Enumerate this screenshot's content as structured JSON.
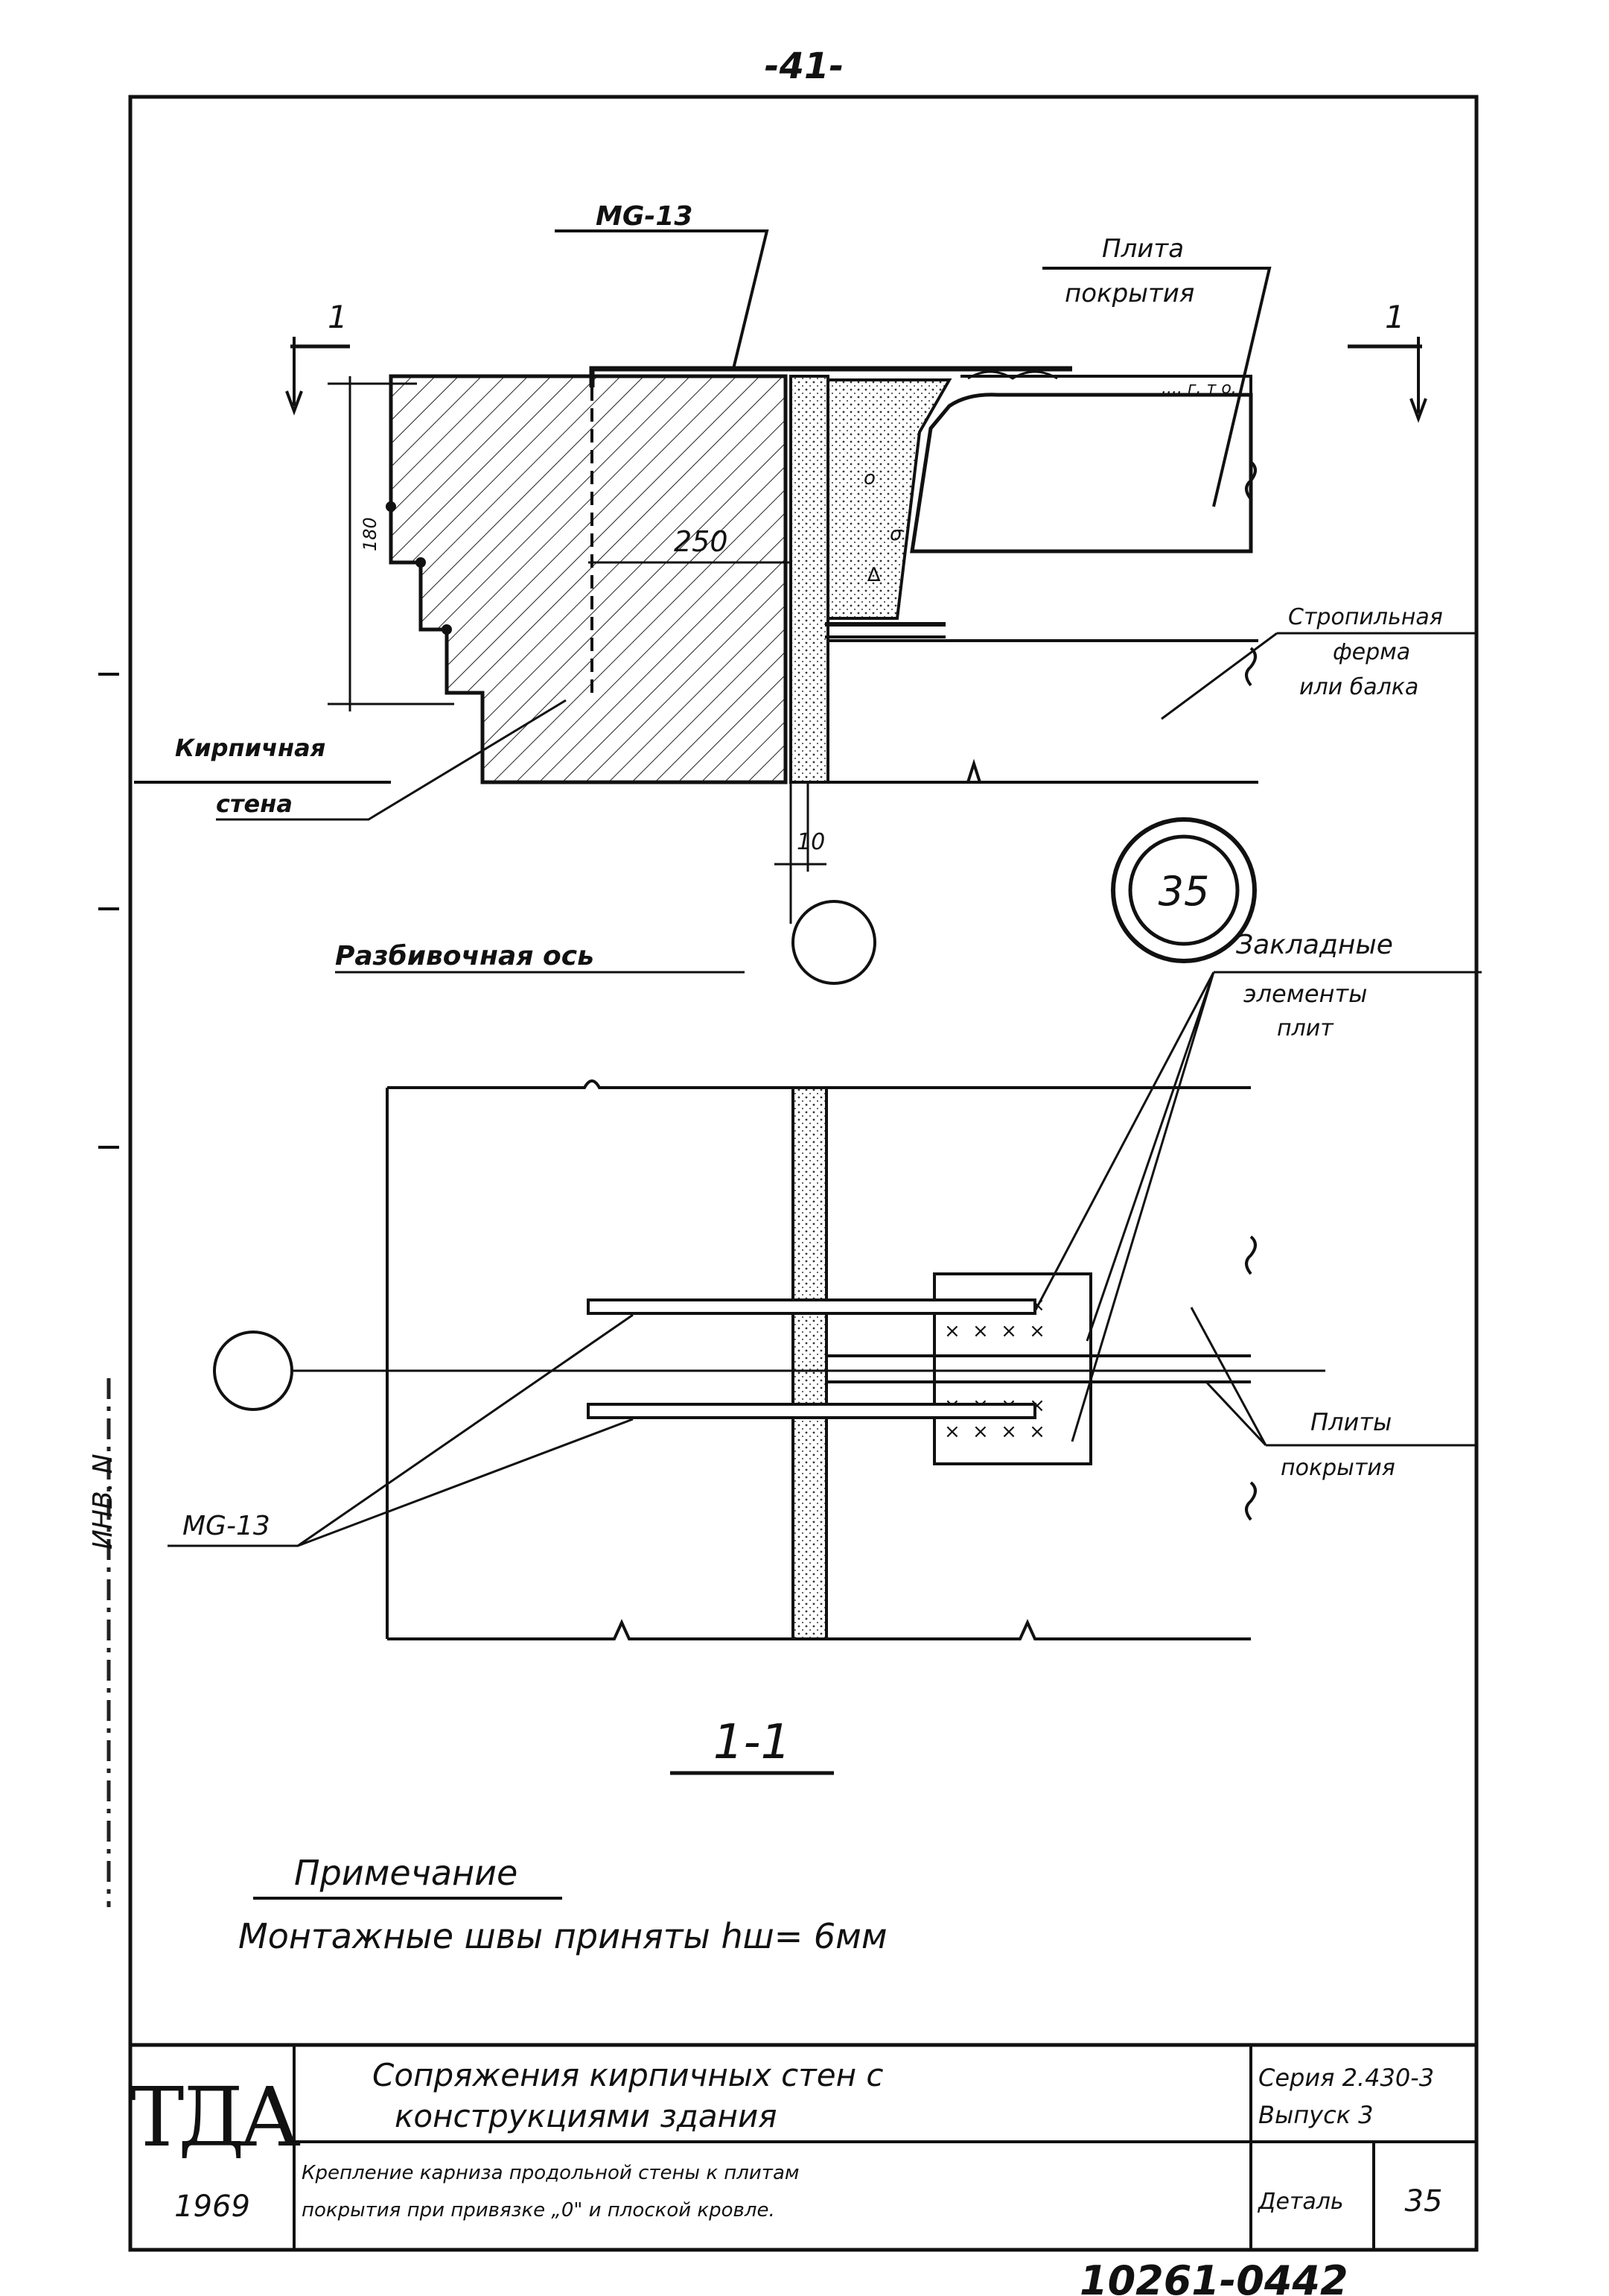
{
  "page_number": "-41-",
  "plan": {
    "item_mg13": "МG-13",
    "slab_line1": "Плита",
    "slab_line2": "покрытия",
    "section_mark_left": "1",
    "section_mark_right": "1",
    "dim_height": "180",
    "dim_250": "250",
    "dim_10": "10",
    "truss_line1": "Стропильная",
    "truss_line2": "ферма",
    "truss_line3": "или балка",
    "wall_line1": "Кирпичная",
    "wall_line2": "стена",
    "axis_label": "Разбивочная ось",
    "detail_number": "35"
  },
  "section": {
    "embedded_line1": "Закладные",
    "embedded_line2": "элементы",
    "embedded_line3": "плит",
    "item_mg13": "МG-13",
    "slabs_line1": "Плиты",
    "slabs_line2": "покрытия",
    "section_title": "1-1"
  },
  "note": {
    "heading": "Примечание",
    "text": "Монтажные швы приняты hш= 6мм"
  },
  "title_block": {
    "logo": "ТДА",
    "year": "1969",
    "title_line1": "Сопряжения кирпичных стен с",
    "title_line2": "конструкциями здания",
    "series_line1": "Серия 2.430-3",
    "series_line2": "Выпуск 3",
    "desc_line1": "Крепление карниза продольной стены к плитам",
    "desc_line2": "покрытия при привязке „0\" и плоской кровле.",
    "detail_label": "Деталь",
    "detail_value": "35"
  },
  "stamp_number": "10261-0442",
  "margin_stamp": "ИНВ. N"
}
